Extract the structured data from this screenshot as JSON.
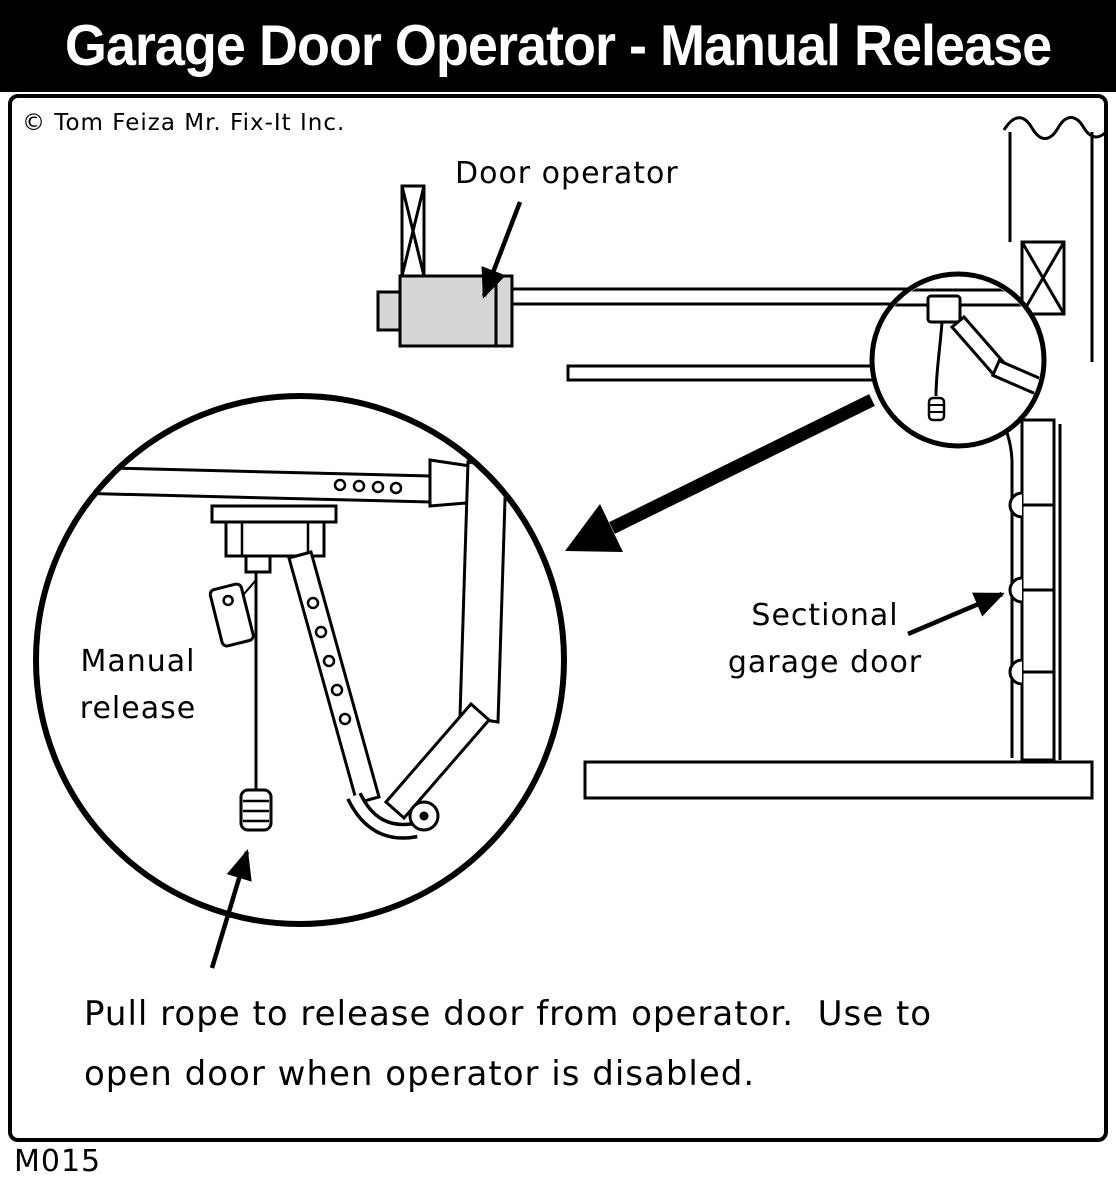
{
  "title": "Garage Door Operator - Manual Release",
  "copyright": "© Tom Feiza Mr. Fix-It Inc.",
  "diagram_code": "M015",
  "labels": {
    "door_operator": "Door operator",
    "manual_release": [
      "Manual",
      "release"
    ],
    "sectional_garage_door": [
      "Sectional",
      "garage door"
    ]
  },
  "caption": {
    "line1": "Pull rope to release door from operator.  Use to",
    "line2": "open door when operator is disabled."
  },
  "colors": {
    "ink": "#000000",
    "operator_fill": "#d6d6d6",
    "background": "#ffffff"
  }
}
